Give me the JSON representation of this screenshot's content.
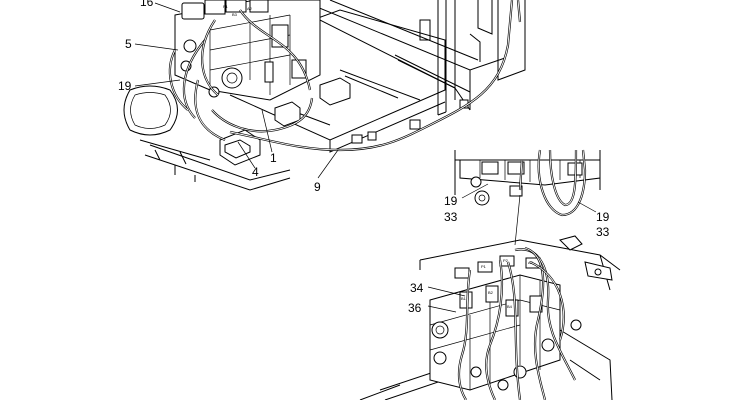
{
  "diagram": {
    "callouts": [
      "16",
      "5",
      "19",
      "1",
      "4",
      "9",
      "19",
      "33",
      "19",
      "33",
      "34",
      "36"
    ]
  }
}
